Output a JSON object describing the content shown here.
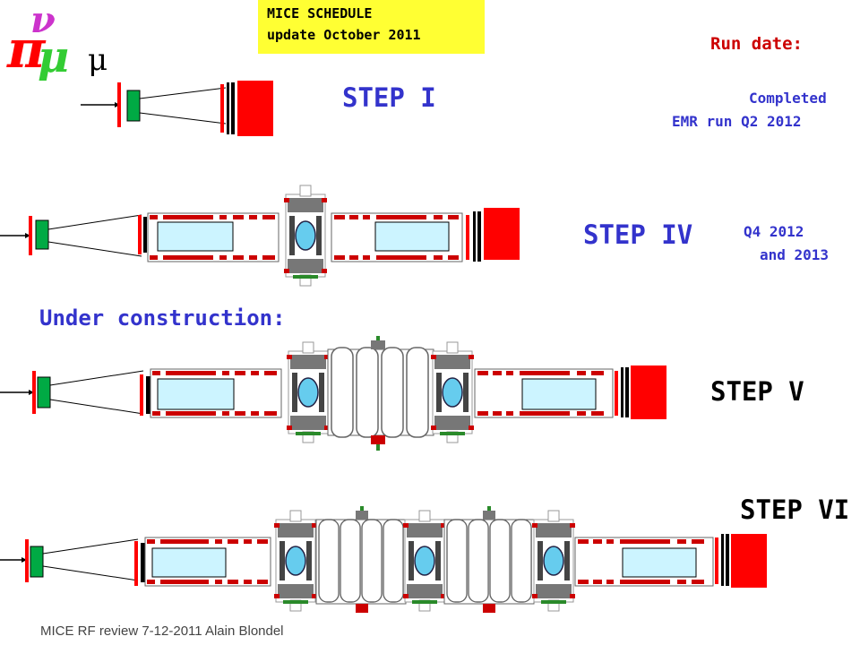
{
  "header": {
    "schedule_line1": "MICE SCHEDULE",
    "schedule_line2": "update October 2011",
    "run_date_label": "Run date:",
    "muon_symbol": "μ",
    "logo_letters": "πμν"
  },
  "steps": [
    {
      "label": "STEP I",
      "status_line1": "Completed",
      "status_line2": "EMR run Q2 2012"
    },
    {
      "label": "STEP IV",
      "status_line1": "Q4 2012",
      "status_line2": "and 2013"
    },
    {
      "label": "STEP V"
    },
    {
      "label": "STEP VI"
    }
  ],
  "section_label": "Under construction:",
  "footer": "MICE RF review  7-12-2011 Alain Blondel",
  "colors": {
    "heading_blue": "#3333cc",
    "run_date": "#cc0000",
    "detector_red": "#ff0000",
    "detector_green": "#00aa44",
    "highlight": "#ffff33",
    "bore": "#ccf4ff"
  }
}
